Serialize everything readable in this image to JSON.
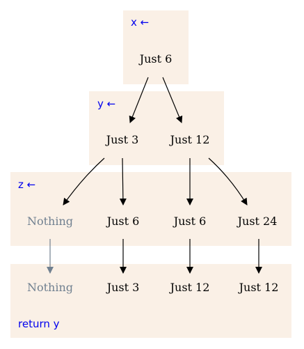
{
  "colors": {
    "panel": "#faf0e6",
    "binder_text": "#0000ee",
    "value_text": "#000000",
    "nothing_text": "#708090",
    "edge": "#000000",
    "nothing_edge": "#708090"
  },
  "diagram": {
    "x_binder": "x ←",
    "y_binder": "y ←",
    "z_binder": "z ←",
    "return_label": "return y",
    "x_nodes": [
      "Just 6"
    ],
    "y_nodes": [
      "Just 3",
      "Just 12"
    ],
    "z_nodes": [
      "Nothing",
      "Just 6",
      "Just 6",
      "Just 24"
    ],
    "result_nodes": [
      "Nothing",
      "Just 3",
      "Just 12",
      "Just 12"
    ]
  }
}
